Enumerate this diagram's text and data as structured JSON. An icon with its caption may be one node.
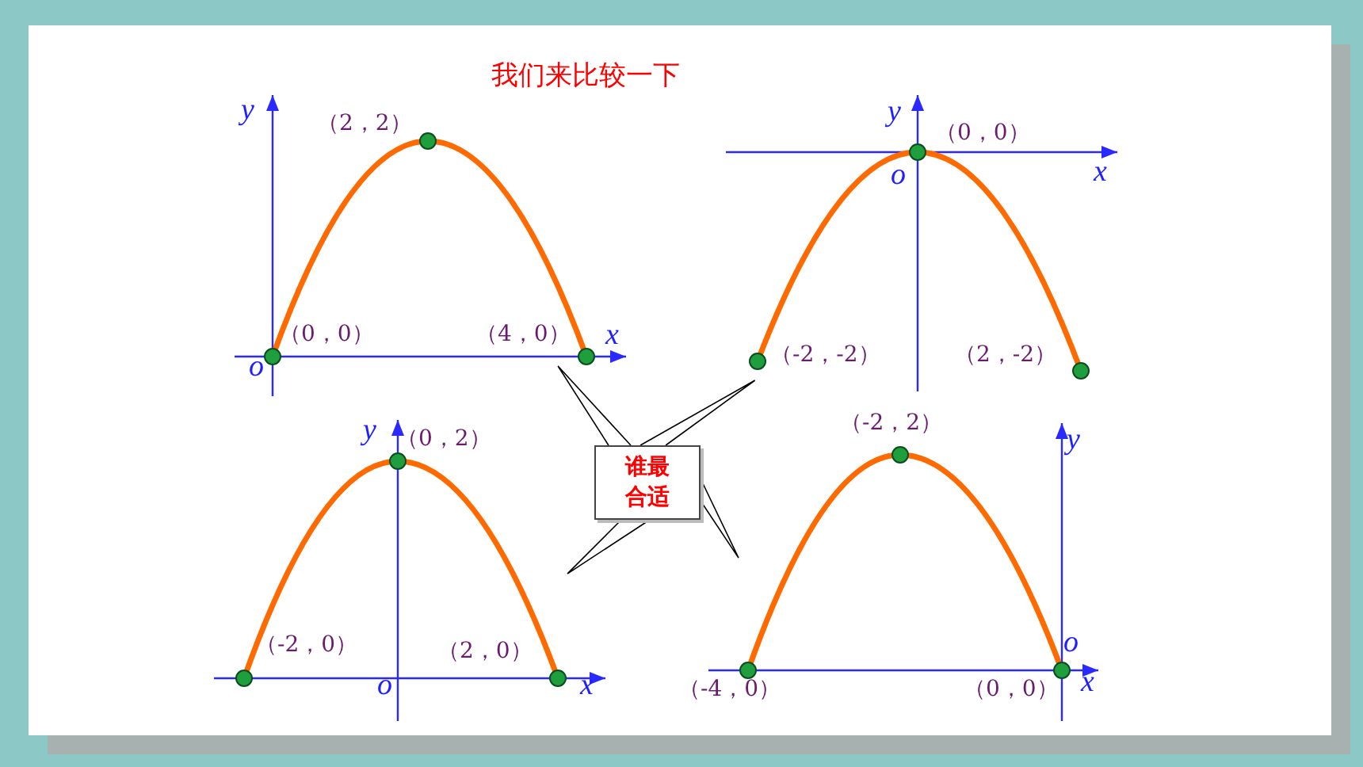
{
  "diagram": {
    "title": "我们来比较一下",
    "nodes": [
      {
        "text": [
          "谁最合适"
        ]
      },
      {
        "text": [],
        "shape": "picture"
      },
      {
        "text": [],
        "shape": "picture"
      },
      {
        "text": [],
        "shape": "picture"
      },
      {
        "text": [],
        "shape": "picture"
      }
    ],
    "edges": [
      {
        "from": 0,
        "to": 1,
        "arrow": "none"
      },
      {
        "from": 0,
        "to": 2,
        "arrow": "none"
      },
      {
        "from": 0,
        "to": 3,
        "arrow": "none"
      },
      {
        "from": 0,
        "to": 4,
        "arrow": "none"
      }
    ],
    "labels": [
      "y",
      "（2，2）",
      "（0，0）",
      "（4，0）",
      "x",
      "o",
      "y",
      "（0，0）",
      "o",
      "x",
      "（-2，-2）",
      "（2，-2）",
      "y",
      "（0，2）",
      "（-2，0）",
      "（2，0）",
      "o",
      "x",
      "（-2，2）",
      "y",
      "o",
      "x",
      "（-4，0）",
      "（0，0）"
    ]
  }
}
